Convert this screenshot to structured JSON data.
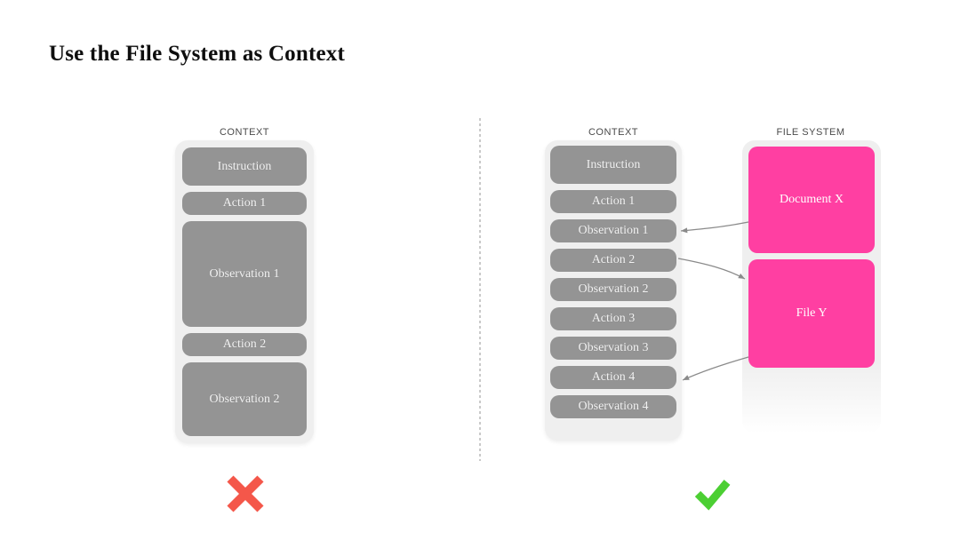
{
  "title": "Use the File System as Context",
  "left_panel": {
    "label": "CONTEXT",
    "blocks": [
      "Instruction",
      "Action 1",
      "Observation 1",
      "Action 2",
      "Observation 2"
    ],
    "verdict": "rejected"
  },
  "right_panel": {
    "context": {
      "label": "CONTEXT",
      "blocks": [
        "Instruction",
        "Action 1",
        "Observation 1",
        "Action 2",
        "Observation 2",
        "Action 3",
        "Observation 3",
        "Action 4",
        "Observation 4"
      ]
    },
    "file_system": {
      "label": "FILE SYSTEM",
      "files": [
        "Document X",
        "File Y"
      ]
    },
    "connections": [
      {
        "from": "Document X",
        "to": "Observation 1"
      },
      {
        "from": "Action 2",
        "to": "File Y"
      },
      {
        "from": "File Y",
        "to": "Action 4"
      }
    ],
    "verdict": "approved"
  },
  "colors": {
    "file_pink": "#ff3fa2",
    "block_gray": "#949494",
    "panel_gray": "#efefef",
    "arrow_gray": "#8a8a8a",
    "cross_red": "#f4574a",
    "check_green": "#4ccf33"
  }
}
